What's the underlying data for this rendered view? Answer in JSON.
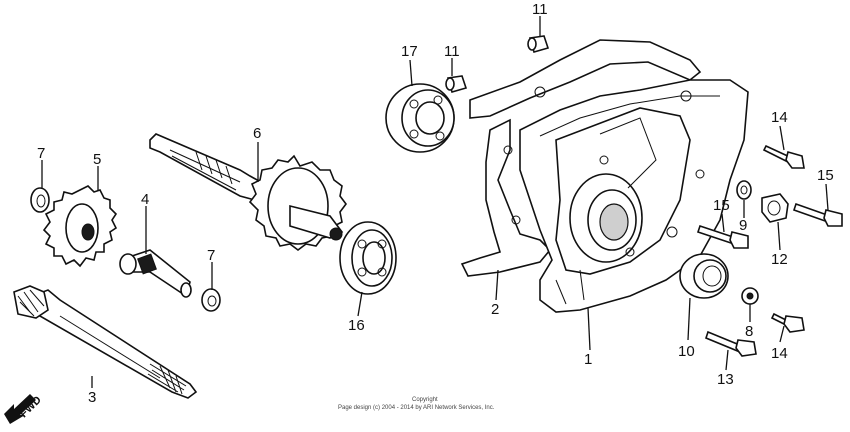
{
  "callouts": [
    {
      "id": "c1",
      "label": "1"
    },
    {
      "id": "c2",
      "label": "2"
    },
    {
      "id": "c3",
      "label": "3"
    },
    {
      "id": "c4",
      "label": "4"
    },
    {
      "id": "c5",
      "label": "5"
    },
    {
      "id": "c6",
      "label": "6"
    },
    {
      "id": "c7a",
      "label": "7"
    },
    {
      "id": "c7b",
      "label": "7"
    },
    {
      "id": "c8",
      "label": "8"
    },
    {
      "id": "c9",
      "label": "9"
    },
    {
      "id": "c10",
      "label": "10"
    },
    {
      "id": "c11a",
      "label": "11"
    },
    {
      "id": "c11b",
      "label": "11"
    },
    {
      "id": "c12",
      "label": "12"
    },
    {
      "id": "c13",
      "label": "13"
    },
    {
      "id": "c14a",
      "label": "14"
    },
    {
      "id": "c14b",
      "label": "14"
    },
    {
      "id": "c15a",
      "label": "15"
    },
    {
      "id": "c15b",
      "label": "15"
    },
    {
      "id": "c16",
      "label": "16"
    },
    {
      "id": "c17",
      "label": "17"
    }
  ],
  "fwd_label": "FWD",
  "copyright": {
    "line1": "Copyright",
    "line2": "Page design (c) 2004 - 2014 by ARI Network Services, Inc."
  }
}
